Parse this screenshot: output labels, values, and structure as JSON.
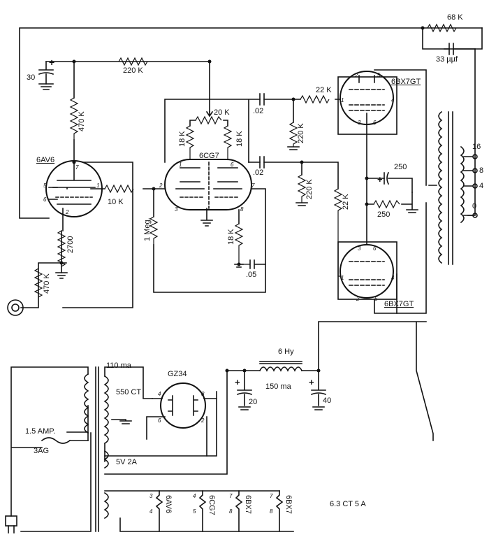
{
  "components": {
    "r_68k": "68 K",
    "c_33": "33 µµf",
    "c_30": "30",
    "r_220k_top": "220 K",
    "r_470k_plate": "470 K",
    "tube_6av6": "6AV6",
    "r_10k": "10 K",
    "r_2700": "2700",
    "r_470k_input": "470 K",
    "pot_20k": "20 K",
    "r_18k_a": "18 K",
    "r_18k_b": "18 K",
    "tube_6cg7": "6CG7",
    "c_02_top": ".02",
    "c_02_mid": ".02",
    "r_22k_top": "22 K",
    "r_220k_g1": "220 K",
    "r_220k_g2": "220 K",
    "r_22k_mid": "22 K",
    "tube_6bx7gt_top": "6BX7GT",
    "tube_6bx7gt_bottom": "6BX7GT",
    "c_250": "250",
    "r_250": "250",
    "r_1meg": "1 Meg.",
    "r_18k_cathode": "18 K",
    "c_05": ".05",
    "tap_16": "16",
    "tap_8": "8",
    "tap_4": "4",
    "tap_0": "0",
    "hv_current": "110 ma",
    "hv_winding": "550 CT",
    "rect_tube": "GZ34",
    "fil_5v": "5V   2A",
    "choke_h": "6 Hy",
    "choke_ma": "150 ma",
    "c_20": "20",
    "c_40": "40",
    "fuse_amp": "1.5 AMP.",
    "fuse_type": "3AG",
    "heater_spec": "6.3 CT  5 A",
    "heater_6av6": "6AV6",
    "heater_6cg7": "6CG7",
    "heater_6bx7_a": "6BX7",
    "heater_6bx7_b": "6BX7",
    "pins": {
      "p2": "2",
      "p5": "5",
      "p6": "6",
      "p7": "7",
      "p1": "1",
      "p3": "3",
      "p4": "4",
      "p8": "8"
    },
    "plus": "+"
  }
}
